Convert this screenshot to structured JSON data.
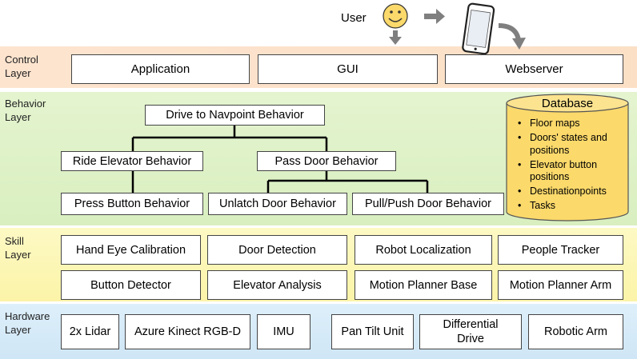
{
  "user": {
    "label": "User"
  },
  "control_layer": {
    "label": "Control\nLayer",
    "boxes": [
      "Application",
      "GUI",
      "Webserver"
    ]
  },
  "behavior_layer": {
    "label": "Behavior\nLayer",
    "drive": "Drive to  Navpoint Behavior",
    "ride_elevator": "Ride Elevator Behavior",
    "pass_door": "Pass Door Behavior",
    "press_button": "Press Button Behavior",
    "unlatch_door": "Unlatch Door Behavior",
    "pull_push_door": "Pull/Push Door Behavior"
  },
  "database": {
    "title": "Database",
    "items": [
      "Floor maps",
      "Doors' states and positions",
      "Elevator button positions",
      "Destinationpoints",
      "Tasks"
    ],
    "fill_color": "#fbd96b"
  },
  "skill_layer": {
    "label": "Skill\nLayer",
    "boxes": [
      "Hand Eye Calibration",
      "Door Detection",
      "Robot Localization",
      "People Tracker",
      "Button Detector",
      "Elevator Analysis",
      "Motion Planner Base",
      "Motion Planner Arm"
    ]
  },
  "hardware_layer": {
    "label": "Hardware\nLayer",
    "boxes": [
      "2x Lidar",
      "Azure Kinect RGB-D",
      "IMU",
      "Pan Tilt Unit",
      "Differential\nDrive",
      "Robotic Arm"
    ]
  }
}
